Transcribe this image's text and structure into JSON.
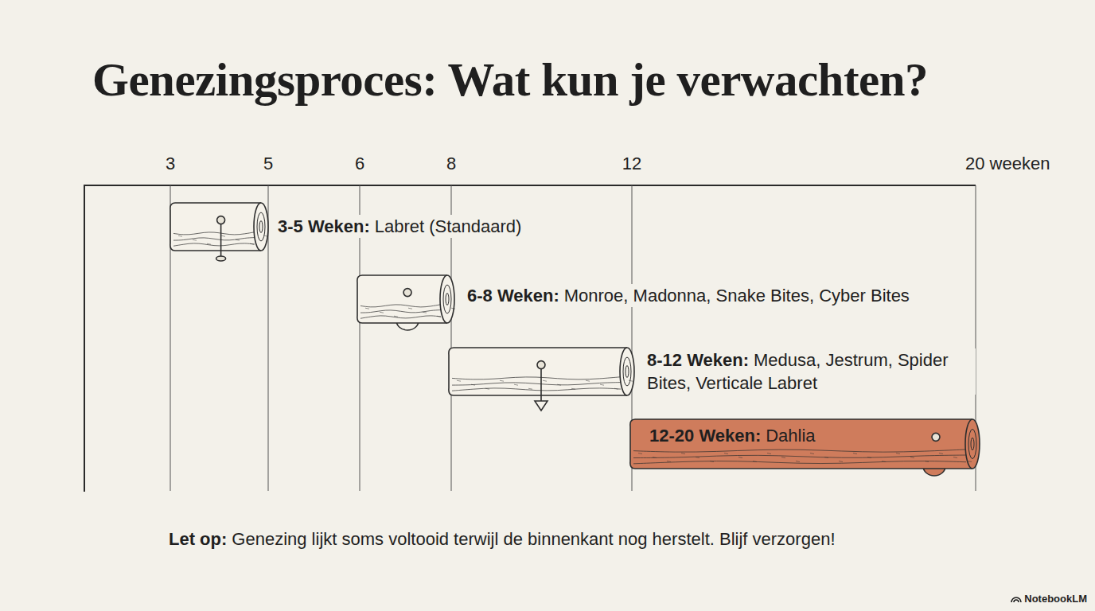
{
  "diagram": {
    "title": "Genezingsproces: Wat kun je verwachten?",
    "nodes": [
      {
        "text": [
          "3-5 Weken:",
          "Labret (Standaard)"
        ]
      },
      {
        "text": [
          "6-8 Weken:",
          "Monroe, Madonna, Snake Bites, Cyber Bites"
        ]
      },
      {
        "text": [
          "8-12 Weken:",
          "Medusa, Jestrum, Spider Bites, Verticale Labret"
        ]
      },
      {
        "text": [
          "12-20 Weken:",
          "Dahlia"
        ]
      }
    ],
    "labels": [
      "3",
      "5",
      "6",
      "8",
      "12",
      "20 weeken",
      "Let op:",
      "Genezing lijkt soms voltooid terwijl de binnenkant nog herstelt. Blijf verzorgen!",
      "NotebookLM"
    ]
  }
}
